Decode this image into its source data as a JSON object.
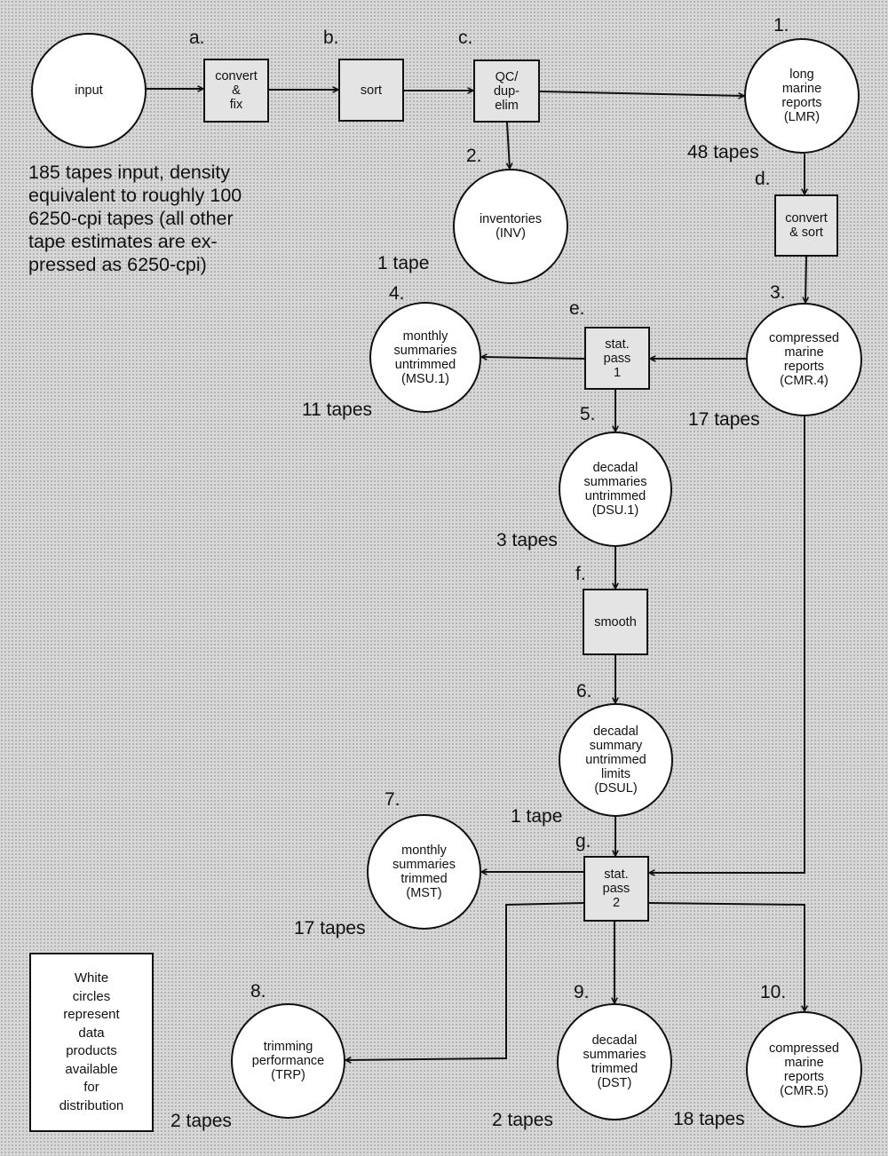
{
  "nodes": {
    "input": [
      "input"
    ],
    "convert_fix": [
      "convert",
      "&",
      "fix"
    ],
    "sort": [
      "sort"
    ],
    "qc": [
      "QC/",
      "dup-",
      "elim"
    ],
    "lmr": [
      "long",
      "marine",
      "reports",
      "(LMR)"
    ],
    "inv": [
      "inventories",
      "(INV)"
    ],
    "convert_sort": [
      "convert",
      "& sort"
    ],
    "cmr4": [
      "compressed",
      "marine",
      "reports",
      "(CMR.4)"
    ],
    "stat_pass1": [
      "stat.",
      "pass",
      "1"
    ],
    "msu1": [
      "monthly",
      "summaries",
      "untrimmed",
      "(MSU.1)"
    ],
    "dsu1": [
      "decadal",
      "summaries",
      "untrimmed",
      "(DSU.1)"
    ],
    "smooth": [
      "smooth"
    ],
    "dsul": [
      "decadal",
      "summary",
      "untrimmed",
      "limits",
      "(DSUL)"
    ],
    "stat_pass2": [
      "stat.",
      "pass",
      "2"
    ],
    "mst": [
      "monthly",
      "summaries",
      "trimmed",
      "(MST)"
    ],
    "trp": [
      "trimming",
      "performance",
      "(TRP)"
    ],
    "dst": [
      "decadal",
      "summaries",
      "trimmed",
      "(DST)"
    ],
    "cmr5": [
      "compressed",
      "marine",
      "reports",
      "(CMR.5)"
    ]
  },
  "steps": {
    "a": "a.",
    "b": "b.",
    "c": "c.",
    "d": "d.",
    "e": "e.",
    "f": "f.",
    "g": "g.",
    "n1": "1.",
    "n2": "2.",
    "n3": "3.",
    "n4": "4.",
    "n5": "5.",
    "n6": "6.",
    "n7": "7.",
    "n8": "8.",
    "n9": "9.",
    "n10": "10."
  },
  "tapes": {
    "lmr": "48 tapes",
    "inv": "1 tape",
    "msu1": "11 tapes",
    "cmr4": "17 tapes",
    "dsu1": "3 tapes",
    "dsul": "1 tape",
    "mst": "17 tapes",
    "trp": "2 tapes",
    "dst": "2 tapes",
    "cmr5": "18 tapes"
  },
  "note": [
    "185 tapes input, density",
    "equivalent to roughly 100",
    "6250-cpi tapes (all other",
    "tape estimates are ex-",
    "pressed as 6250-cpi)"
  ],
  "legend": [
    "White",
    "circles",
    "represent",
    "data",
    "products",
    "available",
    "for",
    "distribution"
  ]
}
